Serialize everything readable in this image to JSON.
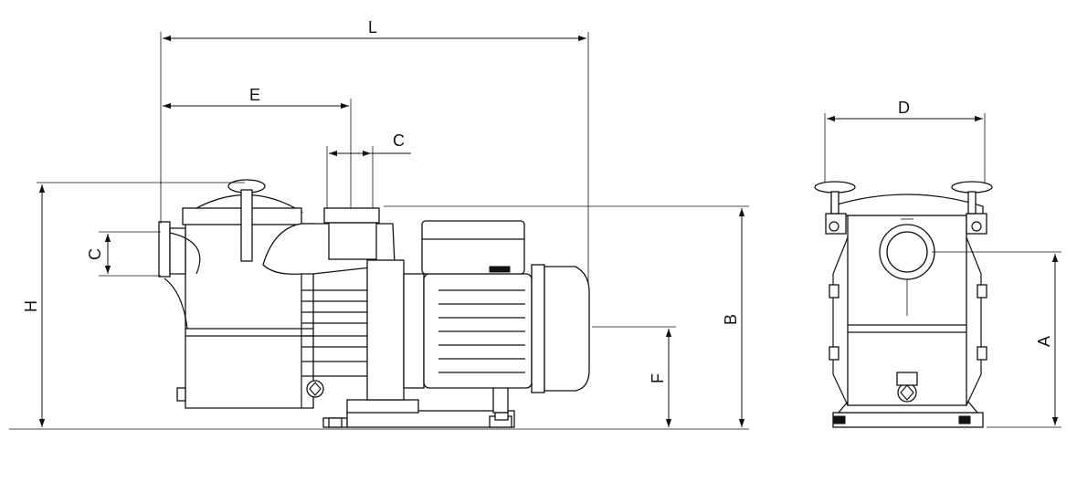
{
  "labels": {
    "L": "L",
    "E": "E",
    "C_top": "C",
    "C_side": "C",
    "H": "H",
    "B": "B",
    "F": "F",
    "D": "D",
    "A": "A"
  }
}
